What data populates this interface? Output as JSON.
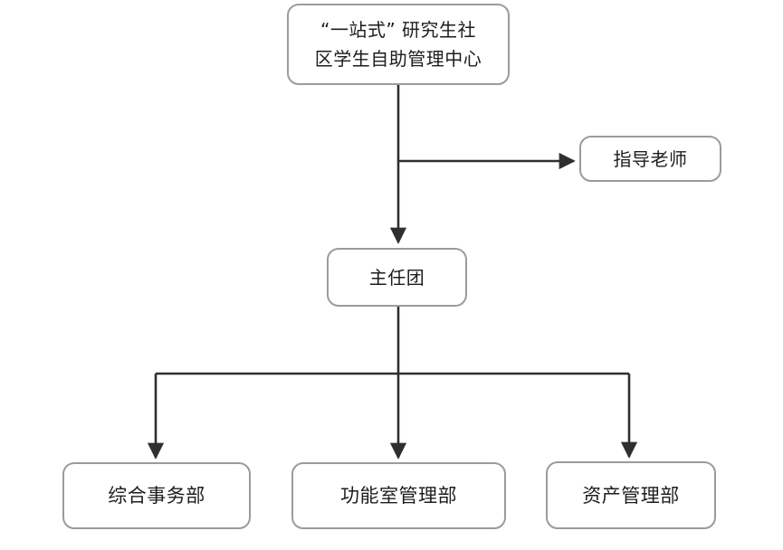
{
  "diagram": {
    "type": "organizational-chart",
    "background_color": "#ffffff",
    "node_border_color": "#9b9b9b",
    "edge_color": "#2f2f2f",
    "text_color": "#1d1d1d",
    "nodes": {
      "root": {
        "label": "“一站式” 研究生社\n区学生自助管理中心"
      },
      "advisor": {
        "label": "指导老师"
      },
      "directors": {
        "label": "主任团"
      },
      "departments": [
        {
          "label": "综合事务部"
        },
        {
          "label": "功能室管理部"
        },
        {
          "label": "资产管理部"
        }
      ]
    },
    "edges": [
      {
        "from": "root",
        "to": "advisor",
        "style": "elbow-right-arrow"
      },
      {
        "from": "root",
        "to": "directors",
        "style": "straight-down-arrow"
      },
      {
        "from": "directors",
        "to": "综合事务部",
        "style": "fork-down-arrow"
      },
      {
        "from": "directors",
        "to": "功能室管理部",
        "style": "fork-down-arrow"
      },
      {
        "from": "directors",
        "to": "资产管理部",
        "style": "fork-down-arrow"
      }
    ]
  }
}
